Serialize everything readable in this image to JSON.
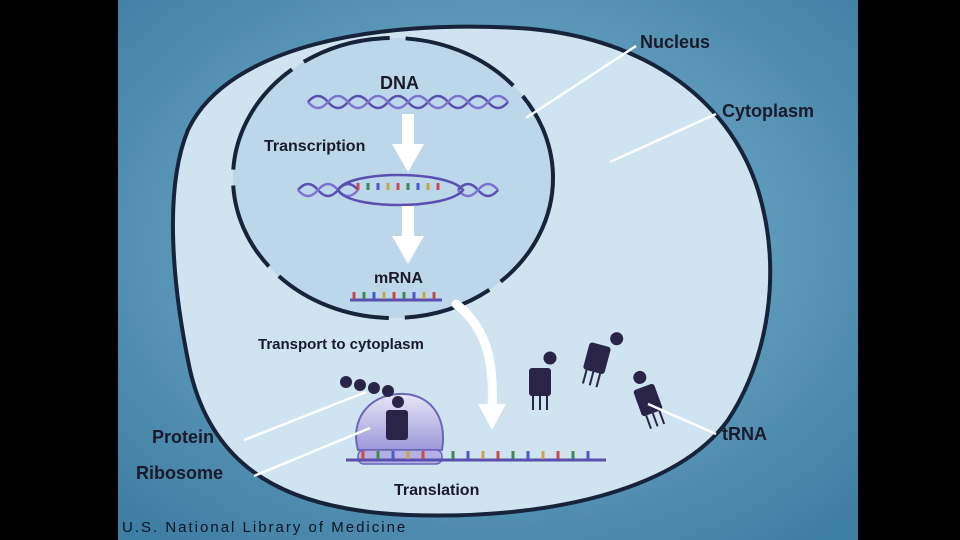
{
  "labels": {
    "nucleus": "Nucleus",
    "cytoplasm": "Cytoplasm",
    "dna": "DNA",
    "transcription": "Transcription",
    "mrna": "mRNA",
    "transport": "Transport to cytoplasm",
    "protein": "Protein",
    "ribosome": "Ribosome",
    "translation": "Translation",
    "trna": "tRNA"
  },
  "credit": "U.S. National Library of Medicine",
  "colors": {
    "background_outer": "#4f8fb0",
    "cell_fill": "#cfe3f0",
    "membrane": "#16233a",
    "dna_strand": "#5a4fb0",
    "trna": "#2a2448",
    "arrow": "#ffffff"
  }
}
